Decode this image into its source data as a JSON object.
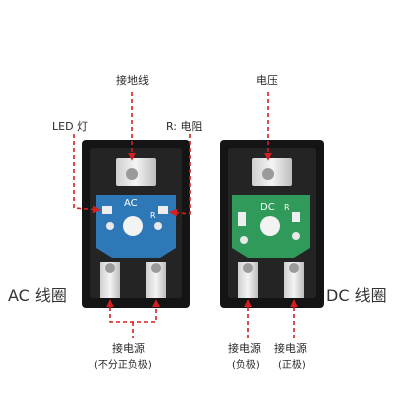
{
  "labels": {
    "ground": "接地线",
    "voltage": "电压",
    "led_lamp": "LED 灯",
    "resistor": "R: 电阻",
    "ac_coil": "AC 线圈",
    "dc_coil": "DC 线圈",
    "ac_power": "接电源",
    "ac_power_note": "(不分正负极)",
    "dc_power_neg": "接电源",
    "dc_power_neg_note": "(负极)",
    "dc_power_pos": "接电源",
    "dc_power_pos_note": "(正极)"
  },
  "board_marks": {
    "ac": "AC",
    "dc": "DC",
    "r_left": "R",
    "r_right": "R"
  },
  "colors": {
    "arrow_red": "#d42020",
    "ac_board": "#2f78b8",
    "dc_board": "#2f9a5a",
    "relay_body": "#1a1a1a"
  }
}
